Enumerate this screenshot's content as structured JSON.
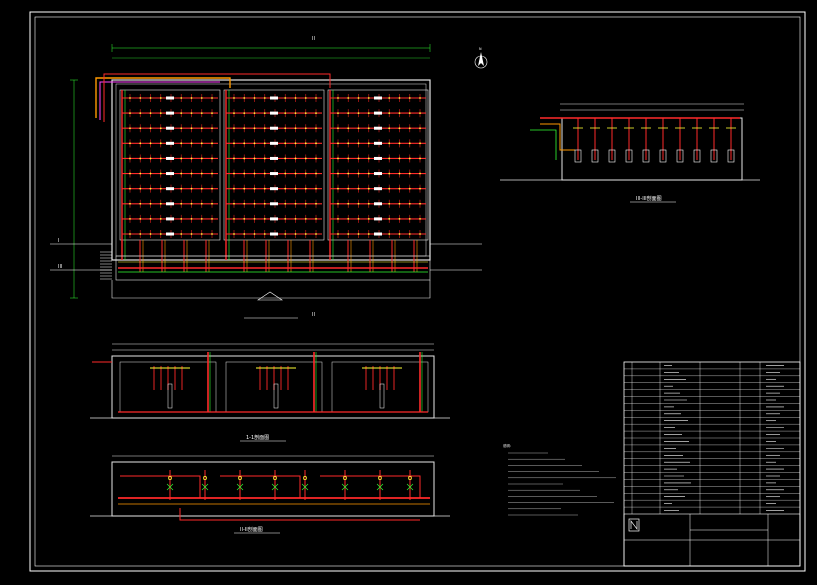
{
  "drawing": {
    "colors": {
      "frame": "#ffffff",
      "wall": "#e6e6e6",
      "pipe": "#ff2a2a",
      "pipe_dark": "#c81a1a",
      "valve": "#ffff33",
      "green": "#33ff33",
      "cyan": "#33e0ff",
      "magenta": "#ff44ff",
      "orange": "#ff9900",
      "dim": "#66ff66"
    },
    "plan_grids": 3,
    "plan_rows": 10,
    "plan_cols": 9
  },
  "labels": {
    "plan_caption": "",
    "section_1_caption": "1-1剖面图",
    "section_2_caption": "II-II剖面图",
    "section_3_caption": "III-III剖面图",
    "north_mark": "N",
    "marker_I": "I",
    "marker_II": "II",
    "marker_III": "III"
  },
  "notes": {
    "heading": "说明：",
    "lines": [
      "",
      "",
      "",
      "",
      "",
      "",
      "",
      "",
      "",
      "",
      ""
    ]
  },
  "title_block": {
    "drawing_no": "",
    "project": "",
    "sheet_title": ""
  }
}
